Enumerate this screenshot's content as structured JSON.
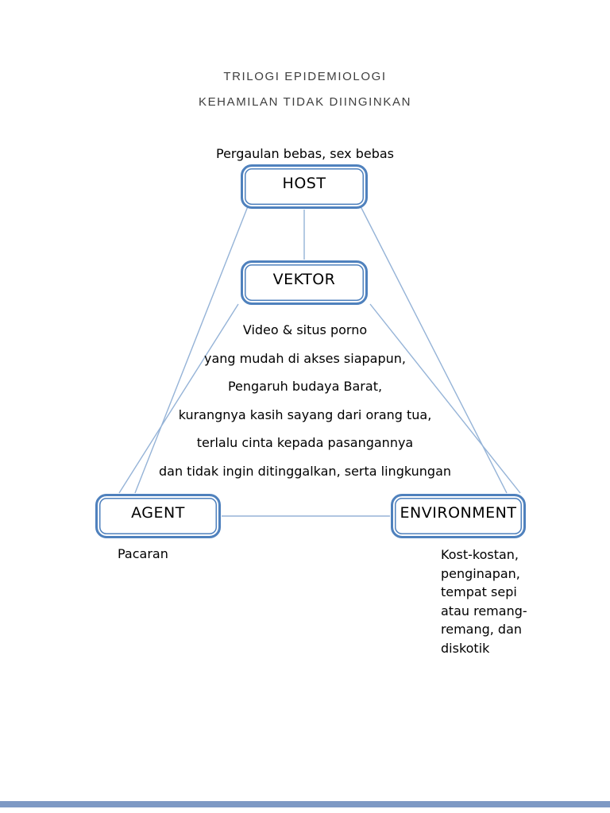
{
  "document": {
    "title_line1": "TRILOGI EPIDEMIOLOGI",
    "title_line2": "KEHAMILAN TIDAK DIINGINKAN"
  },
  "diagram": {
    "host": {
      "label": "HOST",
      "annotation": "Pergaulan bebas, sex bebas"
    },
    "vektor": {
      "label": "VEKTOR"
    },
    "agent": {
      "label": "AGENT",
      "annotation": "Pacaran"
    },
    "environment": {
      "label": "ENVIRONMENT",
      "annotation_lines": [
        "Kost-kostan,",
        "penginapan,",
        "tempat sepi",
        "atau remang-",
        "remang, dan",
        "diskotik"
      ]
    },
    "vektor_notes_lines": [
      "Video & situs porno",
      "yang mudah di akses siapapun,",
      "Pengaruh budaya Barat,",
      "kurangnya kasih sayang dari orang tua,",
      "terlalu cinta kepada pasangannya",
      "dan tidak ingin ditinggalkan, serta lingkungan"
    ],
    "edges": [
      {
        "from": "host",
        "to": "vektor"
      },
      {
        "from": "host",
        "to": "agent"
      },
      {
        "from": "host",
        "to": "environment"
      },
      {
        "from": "vektor",
        "to": "agent"
      },
      {
        "from": "vektor",
        "to": "environment"
      },
      {
        "from": "agent",
        "to": "environment"
      }
    ],
    "colors": {
      "node_border": "#4f81bd",
      "connector": "#95b3d7",
      "bottom_bar": "#7e99c4",
      "title_text": "#3f3f3f",
      "body_text": "#000000"
    }
  }
}
